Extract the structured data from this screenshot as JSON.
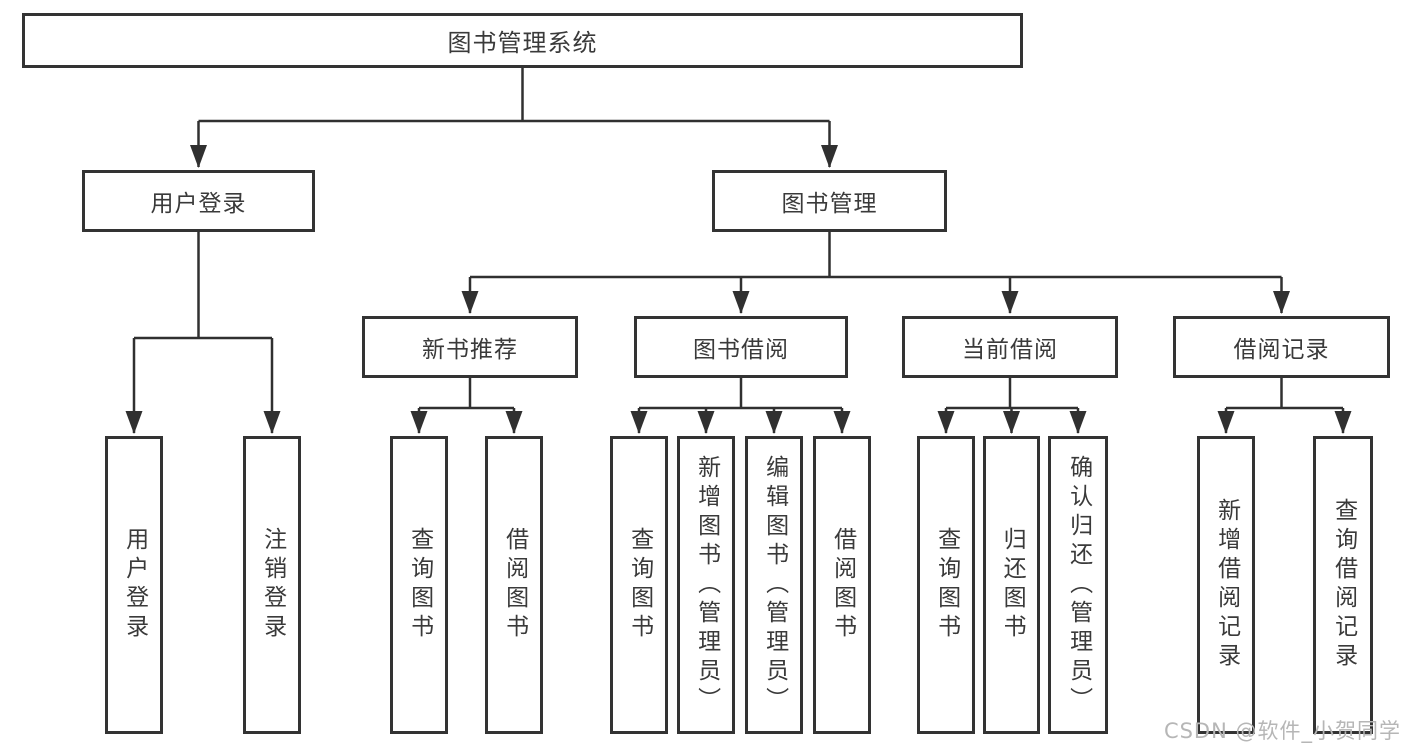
{
  "diagram": {
    "root": {
      "label": "图书管理系统"
    },
    "level2": [
      {
        "id": "user-login",
        "label": "用户登录"
      },
      {
        "id": "book-management",
        "label": "图书管理"
      }
    ],
    "level3": [
      {
        "id": "new-book-recommend",
        "label": "新书推荐"
      },
      {
        "id": "book-borrow",
        "label": "图书借阅"
      },
      {
        "id": "current-borrow",
        "label": "当前借阅"
      },
      {
        "id": "borrow-record",
        "label": "借阅记录"
      }
    ],
    "leaves": {
      "user_login": [
        {
          "label": "用户登录"
        },
        {
          "label": "注销登录"
        }
      ],
      "new_book_recommend": [
        {
          "label": "查询图书"
        },
        {
          "label": "借阅图书"
        }
      ],
      "book_borrow": [
        {
          "label": "查询图书"
        },
        {
          "label": "新增图书（管理员）"
        },
        {
          "label": "编辑图书（管理员）"
        },
        {
          "label": "借阅图书"
        }
      ],
      "current_borrow": [
        {
          "label": "查询图书"
        },
        {
          "label": "归还图书"
        },
        {
          "label": "确认归还（管理员）"
        }
      ],
      "borrow_record": [
        {
          "label": "新增借阅记录"
        },
        {
          "label": "查询借阅记录"
        }
      ]
    },
    "watermark": "CSDN @软件_小贺同学",
    "colors": {
      "line": "#303030",
      "box_border": "#333333",
      "text": "#3a3a3a",
      "watermark": "#b6b6b6",
      "background": "#ffffff"
    }
  }
}
